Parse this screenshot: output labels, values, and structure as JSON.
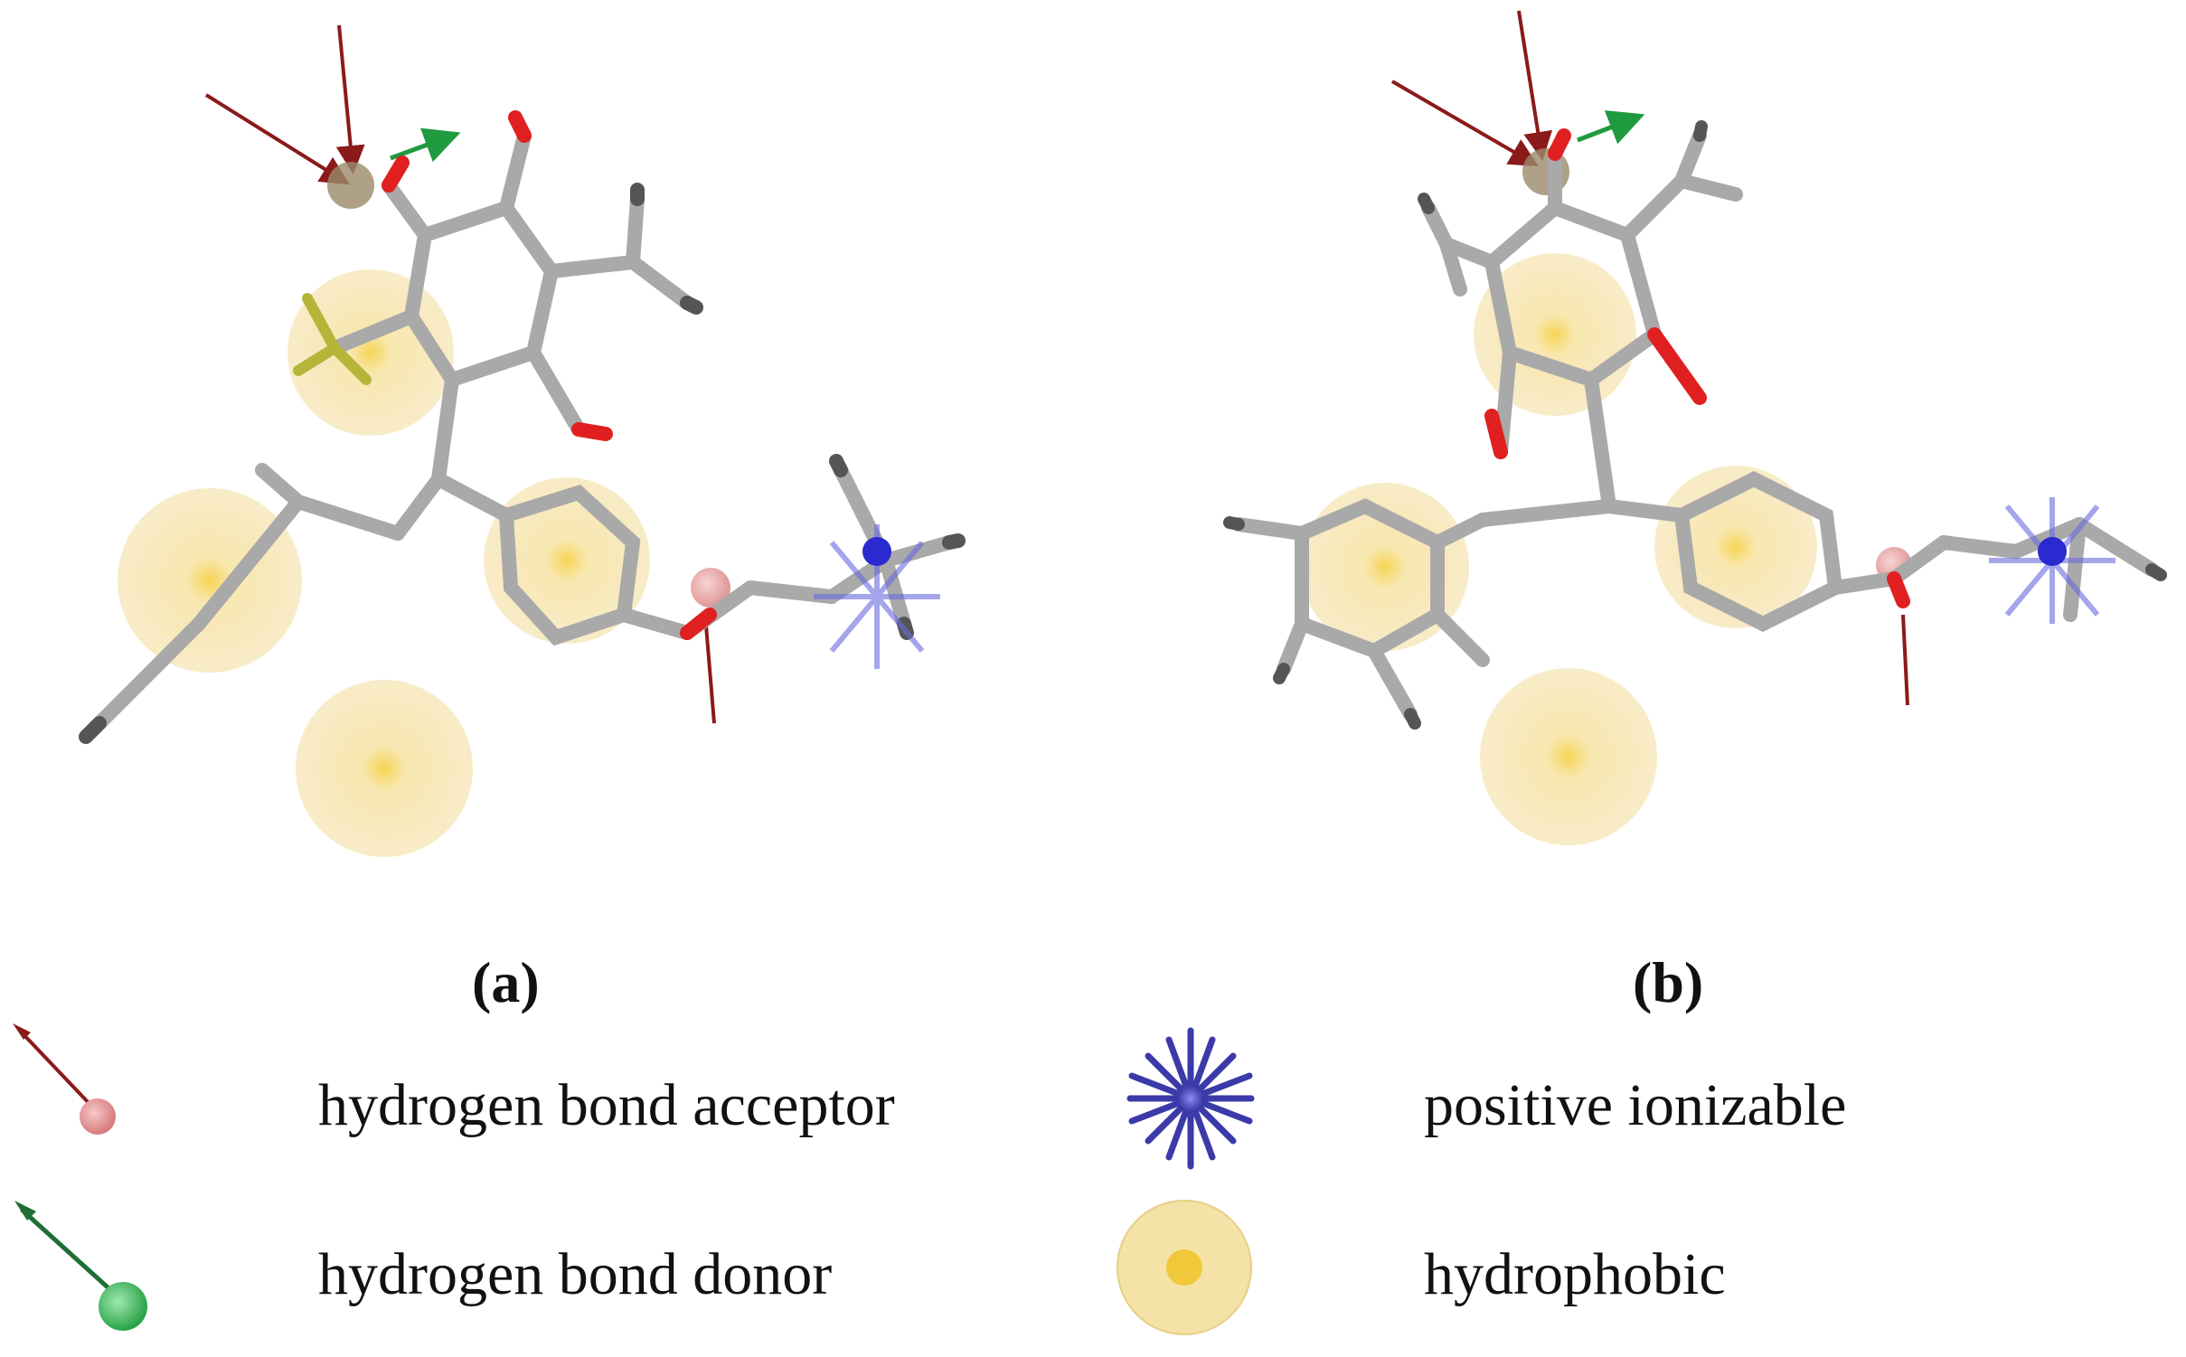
{
  "panels": [
    {
      "label": "(a)"
    },
    {
      "label": "(b)"
    }
  ],
  "legend": [
    {
      "icon": "hydrogen-bond-acceptor-icon",
      "text": "hydrogen bond acceptor",
      "color": "#e89a9a"
    },
    {
      "icon": "hydrogen-bond-donor-icon",
      "text": "hydrogen bond donor",
      "color": "#3cbf5c"
    },
    {
      "icon": "positive-ionizable-icon",
      "text": "positive ionizable",
      "color": "#3a3aa8"
    },
    {
      "icon": "hydrophobic-icon",
      "text": "hydrophobic",
      "color": "#f2d98a"
    }
  ],
  "colors": {
    "carbon": "#b8b8b8",
    "oxygen": "#e02020",
    "nitrogen": "#2a2ad0",
    "hydrogen": "#d0d0d0",
    "hydrophobic_sphere": "#f7e3a1",
    "acceptor_vector": "#8b1a1a",
    "donor_vector": "#1f9a3e"
  }
}
